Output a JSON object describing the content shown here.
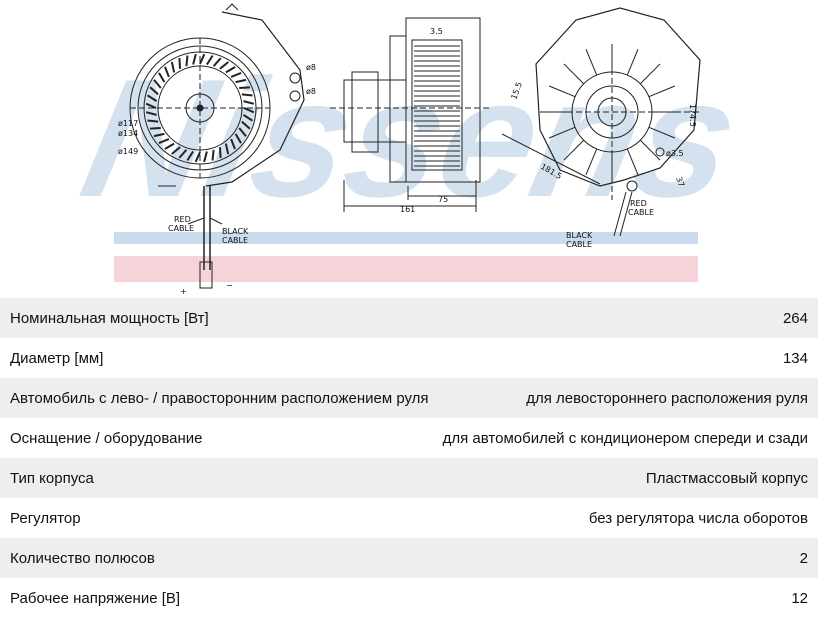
{
  "drawing": {
    "brand_watermark_text": "Nissens",
    "dimensions": {
      "d117": "ø117",
      "d134": "ø134",
      "d149": "ø149",
      "d8_top": "ø8",
      "d8_right": "ø8",
      "d35_top": "3.5",
      "w161": "161",
      "w75": "75",
      "h1745": "174.5",
      "d15": "15.5",
      "d1815": "181.5",
      "d35_right": "ø3.5",
      "d37": "37"
    },
    "cables": {
      "left_red_line1": "RED",
      "left_red_line2": "CABLE",
      "left_black_line1": "BLACK",
      "left_black_line2": "CABLE",
      "right_red_line1": "RED",
      "right_red_line2": "CABLE",
      "right_black_line1": "BLACK",
      "right_black_line2": "CABLE",
      "plus": "+",
      "minus": "−"
    },
    "colors": {
      "watermark": "#c9d9ea",
      "blue_band": "#c9dbed",
      "pink_band": "#f6d3d9"
    }
  },
  "specs": [
    {
      "label": "Номинальная мощность [Вт]",
      "value": "264"
    },
    {
      "label": "Диаметр [мм]",
      "value": "134"
    },
    {
      "label": "Автомобиль с лево- / правосторонним расположением руля",
      "value": "для левостороннего расположения руля"
    },
    {
      "label": "Оснащение / оборудование",
      "value": "для автомобилей с кондиционером спереди и сзади"
    },
    {
      "label": "Тип корпуса",
      "value": "Пластмассовый корпус"
    },
    {
      "label": "Регулятор",
      "value": "без регулятора числа оборотов"
    },
    {
      "label": "Количество полюсов",
      "value": "2"
    },
    {
      "label": "Рабочее напряжение [В]",
      "value": "12"
    }
  ]
}
